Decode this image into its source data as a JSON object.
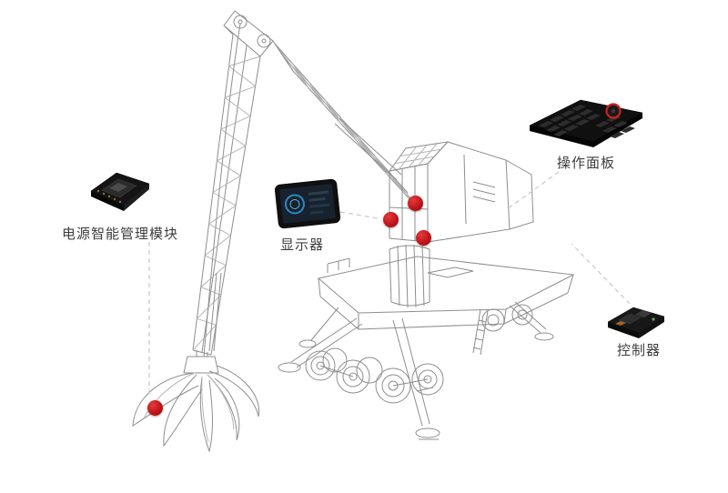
{
  "components": [
    {
      "id": "power-module",
      "label": "电源智能管理模块",
      "icon": "chip-module-icon"
    },
    {
      "id": "display",
      "label": "显示器",
      "icon": "tablet-display-icon"
    },
    {
      "id": "control-panel",
      "label": "操作面板",
      "icon": "keyboard-panel-icon"
    },
    {
      "id": "controller",
      "label": "控制器",
      "icon": "controller-module-icon"
    }
  ],
  "colors": {
    "hotspot_red": "#c0151b",
    "connector_gray": "#c9c9c9",
    "wireframe_gray": "#8e8e8e",
    "label_text": "#3d3d3d",
    "background": "#ffffff"
  }
}
